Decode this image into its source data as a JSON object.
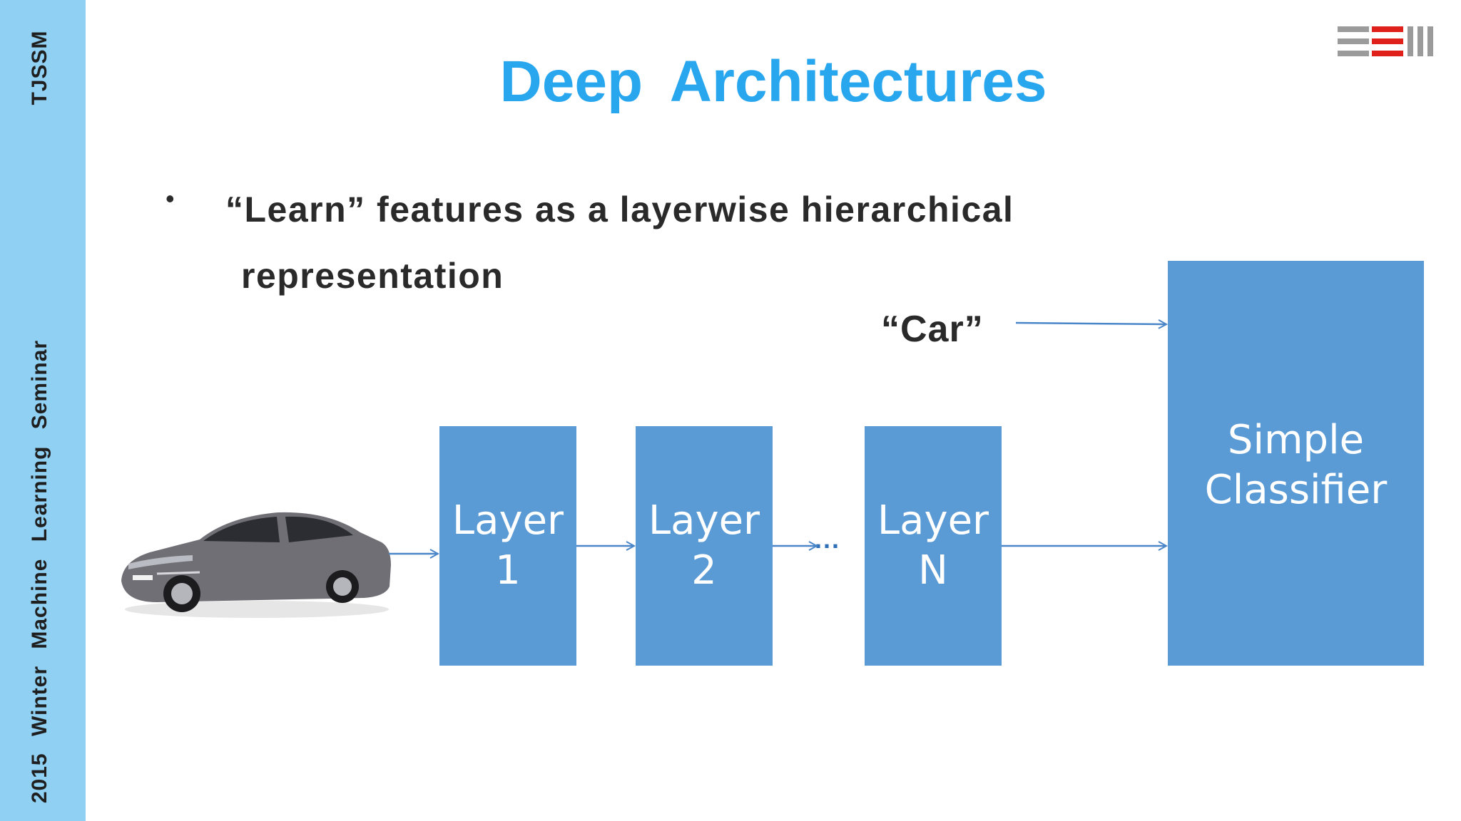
{
  "sidebar": {
    "top_text": "TJSSM",
    "bottom_text": "2015 Winter Machine Learning Seminar"
  },
  "slide": {
    "title": "Deep  Architectures",
    "bullet_symbol": "•",
    "bullet_line1": "“Learn”  features as a layerwise hierarchical",
    "bullet_line2": "representation"
  },
  "diagram": {
    "car_label": "“Car”",
    "layers": [
      {
        "line1": "Layer",
        "line2": "1"
      },
      {
        "line1": "Layer",
        "line2": "2"
      },
      {
        "line1": "Layer",
        "line2": "N"
      }
    ],
    "ellipsis": "...",
    "classifier": {
      "line1": "Simple",
      "line2": "Classifier"
    }
  },
  "colors": {
    "sidebar": "#8fd0f3",
    "title": "#29a7ee",
    "box": "#5b9bd5",
    "arrow": "#4a86c8",
    "logo_red": "#e0201b",
    "logo_gray": "#9b9b9b"
  },
  "icons": {
    "logo": "striped-logo-icon",
    "car": "sedan-car-image"
  }
}
